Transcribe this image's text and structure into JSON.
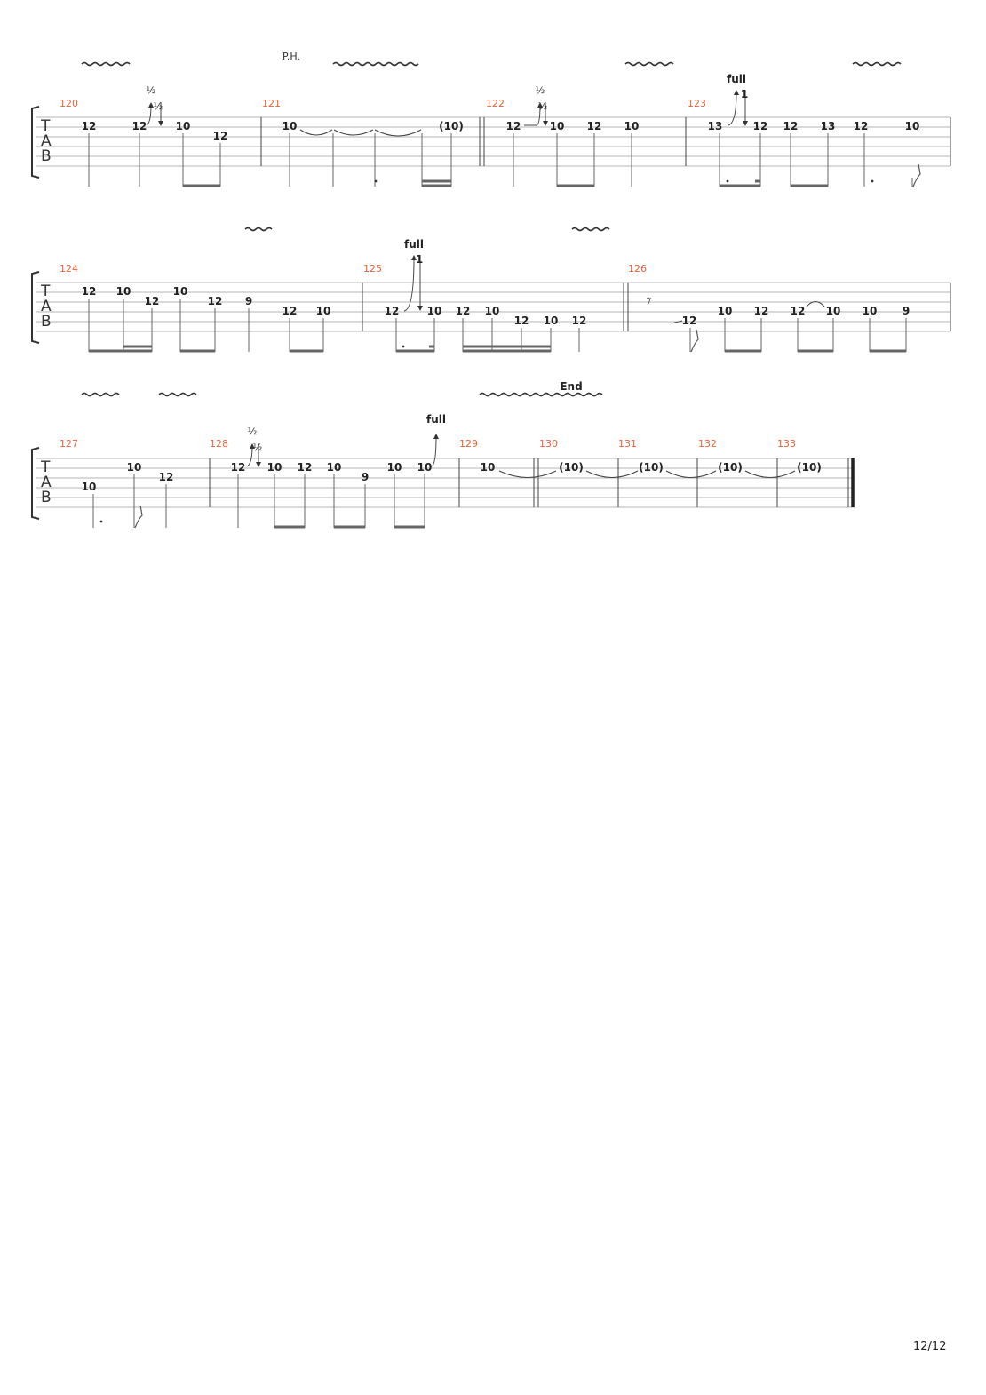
{
  "document": {
    "page_number": "12/12",
    "instrument_clef": [
      "T",
      "A",
      "B"
    ],
    "systems": [
      {
        "annotations": [
          {
            "kind": "palm",
            "text": "P.H."
          }
        ],
        "measures": [
          {
            "number": "120",
            "notes": [
              {
                "fret": "12",
                "string": 1
              },
              {
                "fret": "12",
                "string": 1,
                "bend": "½",
                "bend_release": "½"
              },
              {
                "fret": "10",
                "string": 1
              },
              {
                "fret": "12",
                "string": 2
              }
            ]
          },
          {
            "number": "121",
            "notes": [
              {
                "fret": "10",
                "string": 1
              },
              {
                "fret": "(10)",
                "string": 1
              }
            ]
          },
          {
            "number": "122",
            "notes": [
              {
                "fret": "12",
                "string": 1,
                "bend": "½",
                "bend_release": "½"
              },
              {
                "fret": "10",
                "string": 1
              },
              {
                "fret": "12",
                "string": 1
              },
              {
                "fret": "10",
                "string": 1
              }
            ]
          },
          {
            "number": "123",
            "notes": [
              {
                "fret": "13",
                "string": 1,
                "bend": "full",
                "bend_release": "1"
              },
              {
                "fret": "12",
                "string": 1
              },
              {
                "fret": "12",
                "string": 1
              },
              {
                "fret": "13",
                "string": 1
              },
              {
                "fret": "12",
                "string": 1
              },
              {
                "fret": "10",
                "string": 1
              }
            ]
          }
        ]
      },
      {
        "measures": [
          {
            "number": "124",
            "notes": [
              {
                "fret": "12",
                "string": 1
              },
              {
                "fret": "10",
                "string": 1
              },
              {
                "fret": "12",
                "string": 2
              },
              {
                "fret": "10",
                "string": 1
              },
              {
                "fret": "12",
                "string": 2
              },
              {
                "fret": "9",
                "string": 2
              },
              {
                "fret": "12",
                "string": 3
              },
              {
                "fret": "10",
                "string": 3
              }
            ]
          },
          {
            "number": "125",
            "notes": [
              {
                "fret": "12",
                "string": 3,
                "bend": "full",
                "bend_release": "1"
              },
              {
                "fret": "10",
                "string": 3
              },
              {
                "fret": "12",
                "string": 3
              },
              {
                "fret": "10",
                "string": 3
              },
              {
                "fret": "12",
                "string": 4
              },
              {
                "fret": "10",
                "string": 4
              },
              {
                "fret": "12",
                "string": 4
              }
            ]
          },
          {
            "number": "126",
            "rest": "𝄾",
            "notes": [
              {
                "fret": "12",
                "string": 4
              },
              {
                "fret": "10",
                "string": 3
              },
              {
                "fret": "12",
                "string": 3
              },
              {
                "fret": "12",
                "string": 3
              },
              {
                "fret": "10",
                "string": 3
              },
              {
                "fret": "10",
                "string": 3
              },
              {
                "fret": "9",
                "string": 3
              }
            ]
          }
        ]
      },
      {
        "annotations": [
          {
            "kind": "section",
            "text": "End"
          }
        ],
        "measures": [
          {
            "number": "127",
            "notes": [
              {
                "fret": "10",
                "string": 3
              },
              {
                "fret": "10",
                "string": 1
              },
              {
                "fret": "12",
                "string": 2
              }
            ]
          },
          {
            "number": "128",
            "notes": [
              {
                "fret": "12",
                "string": 1,
                "bend": "½",
                "bend_release": "½"
              },
              {
                "fret": "10",
                "string": 1
              },
              {
                "fret": "12",
                "string": 1
              },
              {
                "fret": "10",
                "string": 1
              },
              {
                "fret": "9",
                "string": 2
              },
              {
                "fret": "10",
                "string": 1
              },
              {
                "fret": "10",
                "string": 1,
                "bend": "full"
              }
            ]
          },
          {
            "number": "129",
            "notes": [
              {
                "fret": "10",
                "string": 1
              }
            ]
          },
          {
            "number": "130",
            "notes": [
              {
                "fret": "(10)",
                "string": 1
              }
            ]
          },
          {
            "number": "131",
            "notes": [
              {
                "fret": "(10)",
                "string": 1
              }
            ]
          },
          {
            "number": "132",
            "notes": [
              {
                "fret": "(10)",
                "string": 1
              }
            ]
          },
          {
            "number": "133",
            "notes": [
              {
                "fret": "(10)",
                "string": 1
              }
            ]
          }
        ]
      }
    ]
  }
}
